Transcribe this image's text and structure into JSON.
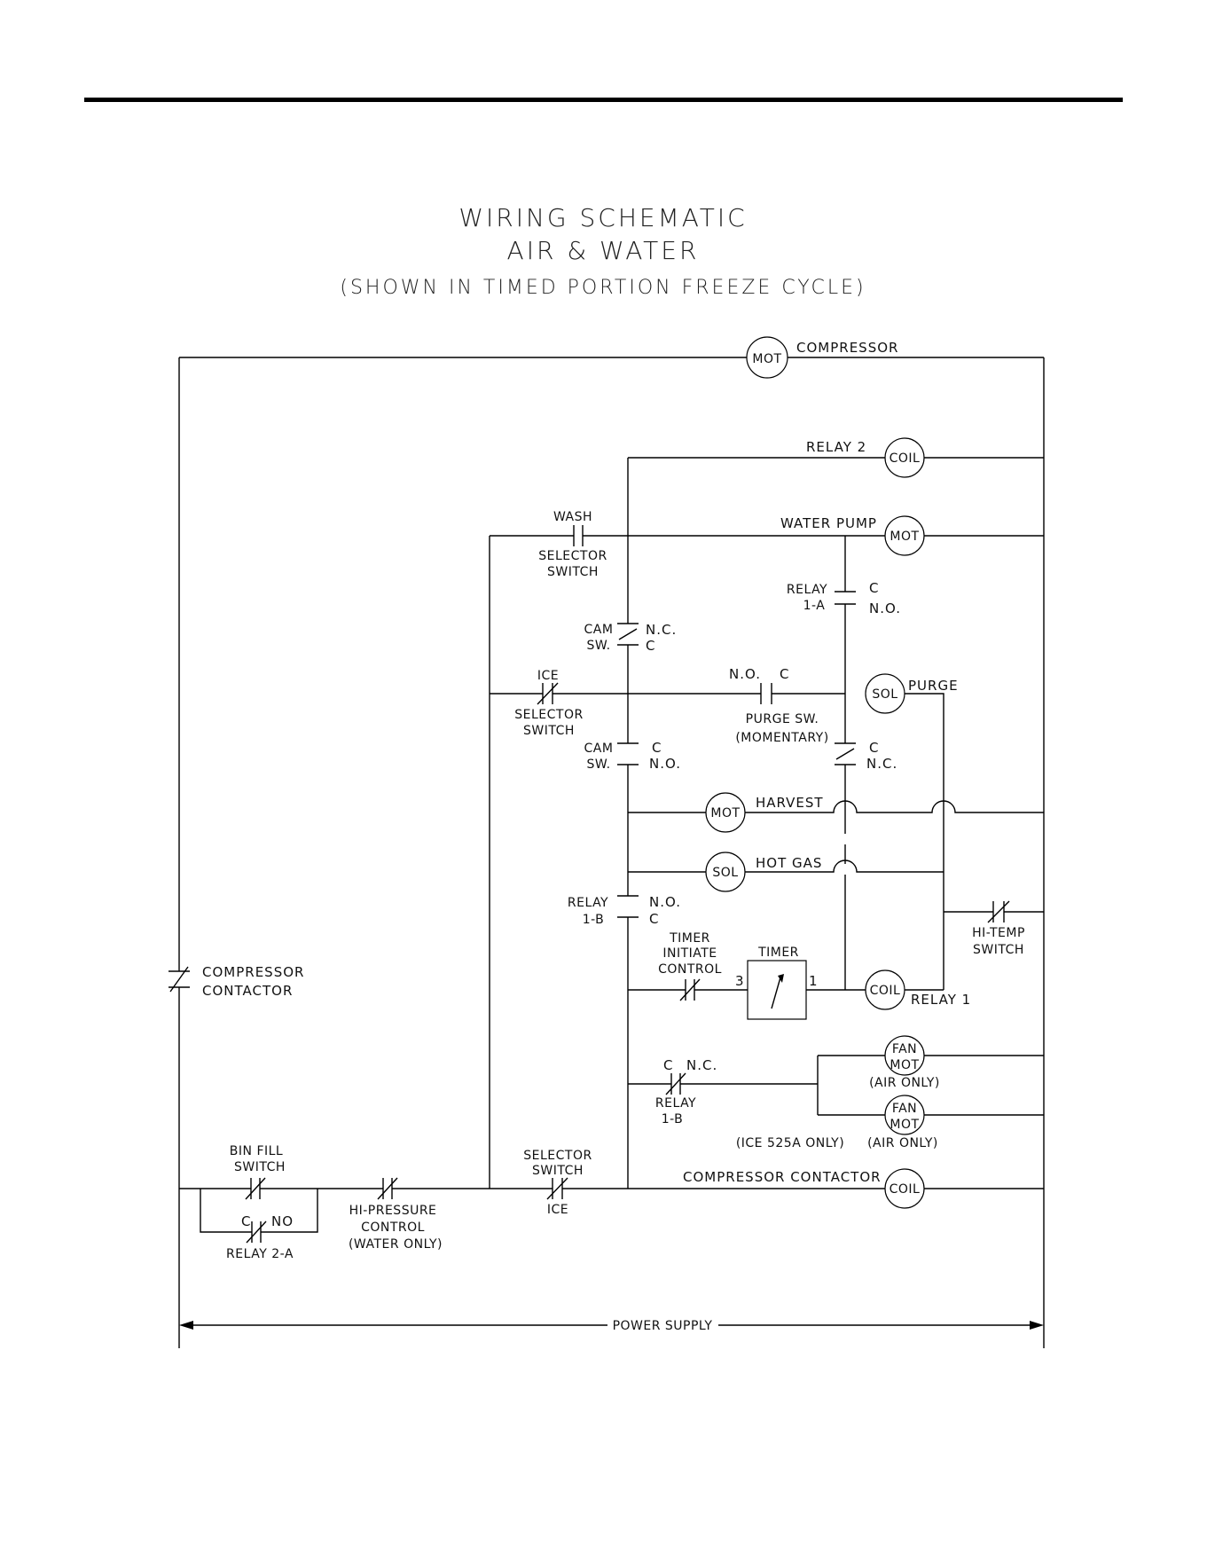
{
  "title": {
    "line1": "WIRING SCHEMATIC",
    "line2": "AIR & WATER",
    "line3": "(SHOWN IN TIMED PORTION FREEZE CYCLE)"
  },
  "components": {
    "compressor_mot": "MOT",
    "compressor_label": "COMPRESSOR",
    "relay2_label": "RELAY 2",
    "relay2_coil": "COIL",
    "wash_label": "WASH",
    "selector_switch_1": "SELECTOR",
    "selector_switch_2": "SWITCH",
    "water_pump_label": "WATER PUMP",
    "water_pump_mot": "MOT",
    "relay_1a_1": "RELAY",
    "relay_1a_2": "1-A",
    "c": "C",
    "no": "N.O.",
    "nc": "N.C.",
    "cam": "CAM",
    "sw": "SW.",
    "ice": "ICE",
    "purge_sw_1": "PURGE SW.",
    "purge_sw_2": "(MOMENTARY)",
    "purge_sol": "SOL",
    "purge_label": "PURGE",
    "harvest_mot": "MOT",
    "harvest_label": "HARVEST",
    "hotgas_sol": "SOL",
    "hotgas_label": "HOT GAS",
    "relay_1b_1": "RELAY",
    "relay_1b_2": "1-B",
    "hitemp_1": "HI-TEMP",
    "hitemp_2": "SWITCH",
    "compressor_contactor_1": "COMPRESSOR",
    "compressor_contactor_2": "CONTACTOR",
    "timer_initiate_1": "TIMER",
    "timer_initiate_2": "INITIATE",
    "timer_initiate_3": "CONTROL",
    "timer_label": "TIMER",
    "timer_pin3": "3",
    "timer_pin1": "1",
    "relay1_coil": "COIL",
    "relay1_label": "RELAY 1",
    "fan_1": "FAN",
    "fan_2": "MOT",
    "air_only": "(AIR ONLY)",
    "ice525a_only": "(ICE 525A ONLY)",
    "bin_fill_1": "BIN FILL",
    "bin_fill_2": "SWITCH",
    "relay2a_c": "C",
    "relay2a_no": "NO",
    "relay2a_label": "RELAY 2-A",
    "hipressure_1": "HI-PRESSURE",
    "hipressure_2": "CONTROL",
    "hipressure_3": "(WATER ONLY)",
    "sel_switch_ice": "ICE",
    "cc_label": "COMPRESSOR CONTACTOR",
    "cc_coil": "COIL",
    "power_supply": "POWER SUPPLY"
  }
}
